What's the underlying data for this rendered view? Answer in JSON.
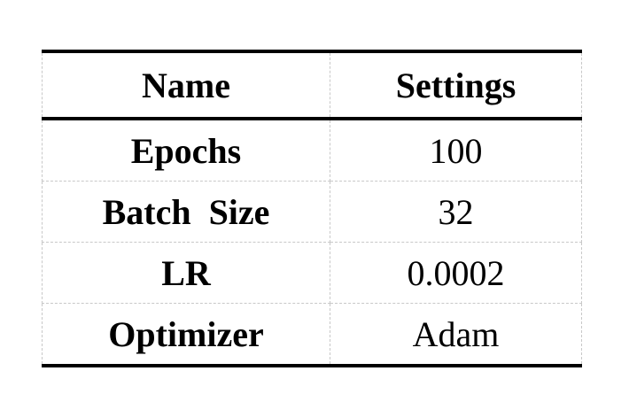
{
  "table": {
    "headers": [
      "Name",
      "Settings"
    ],
    "rows": [
      {
        "name": "Epochs",
        "value": "100"
      },
      {
        "name": "Batch  Size",
        "value": "32"
      },
      {
        "name": "LR",
        "value": "0.0002"
      },
      {
        "name": "Optimizer",
        "value": "Adam"
      }
    ]
  },
  "colors": {
    "rule": "#000000",
    "grid": "#c8c8c8",
    "background": "#ffffff"
  }
}
